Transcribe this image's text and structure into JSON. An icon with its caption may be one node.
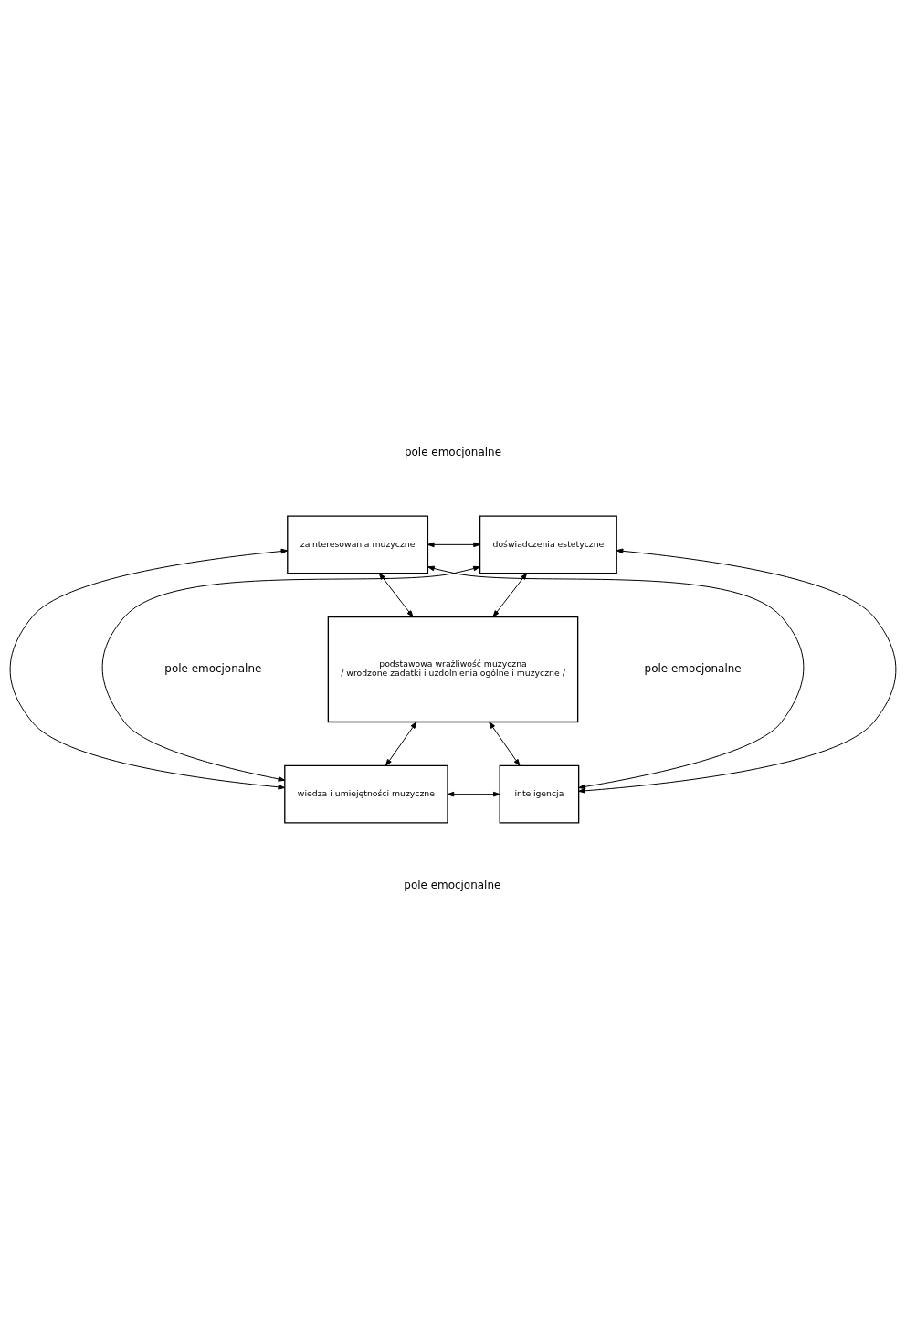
{
  "diagram": {
    "nodes": [
      {
        "text": [
          "zainteresowania muzyczne"
        ]
      },
      {
        "text": [
          "doświadczenia estetyczne"
        ]
      },
      {
        "text": [
          "podstawowa wrażliwość muzyczna",
          "/ wrodzone zadatki i uzdolnienia ogólne i muzyczne /"
        ]
      },
      {
        "text": [
          "wiedza i umiejętności muzyczne"
        ]
      },
      {
        "text": [
          "inteligencja"
        ]
      }
    ],
    "edges": [
      {
        "from": 0,
        "to": 1,
        "arrow": "both"
      },
      {
        "from": 0,
        "to": 2,
        "arrow": "both"
      },
      {
        "from": 1,
        "to": 2,
        "arrow": "both"
      },
      {
        "from": 0,
        "to": 3,
        "arrow": "both"
      },
      {
        "from": 0,
        "to": 4,
        "arrow": "both"
      },
      {
        "from": 1,
        "to": 3,
        "arrow": "both"
      },
      {
        "from": 1,
        "to": 4,
        "arrow": "both"
      },
      {
        "from": 2,
        "to": 3,
        "arrow": "both"
      },
      {
        "from": 2,
        "to": 4,
        "arrow": "both"
      },
      {
        "from": 3,
        "to": 4,
        "arrow": "both"
      }
    ],
    "labels": [
      "pole emocjonalne",
      "pole emocjonalne",
      "pole emocjonalne",
      "pole emocjonalne"
    ]
  }
}
